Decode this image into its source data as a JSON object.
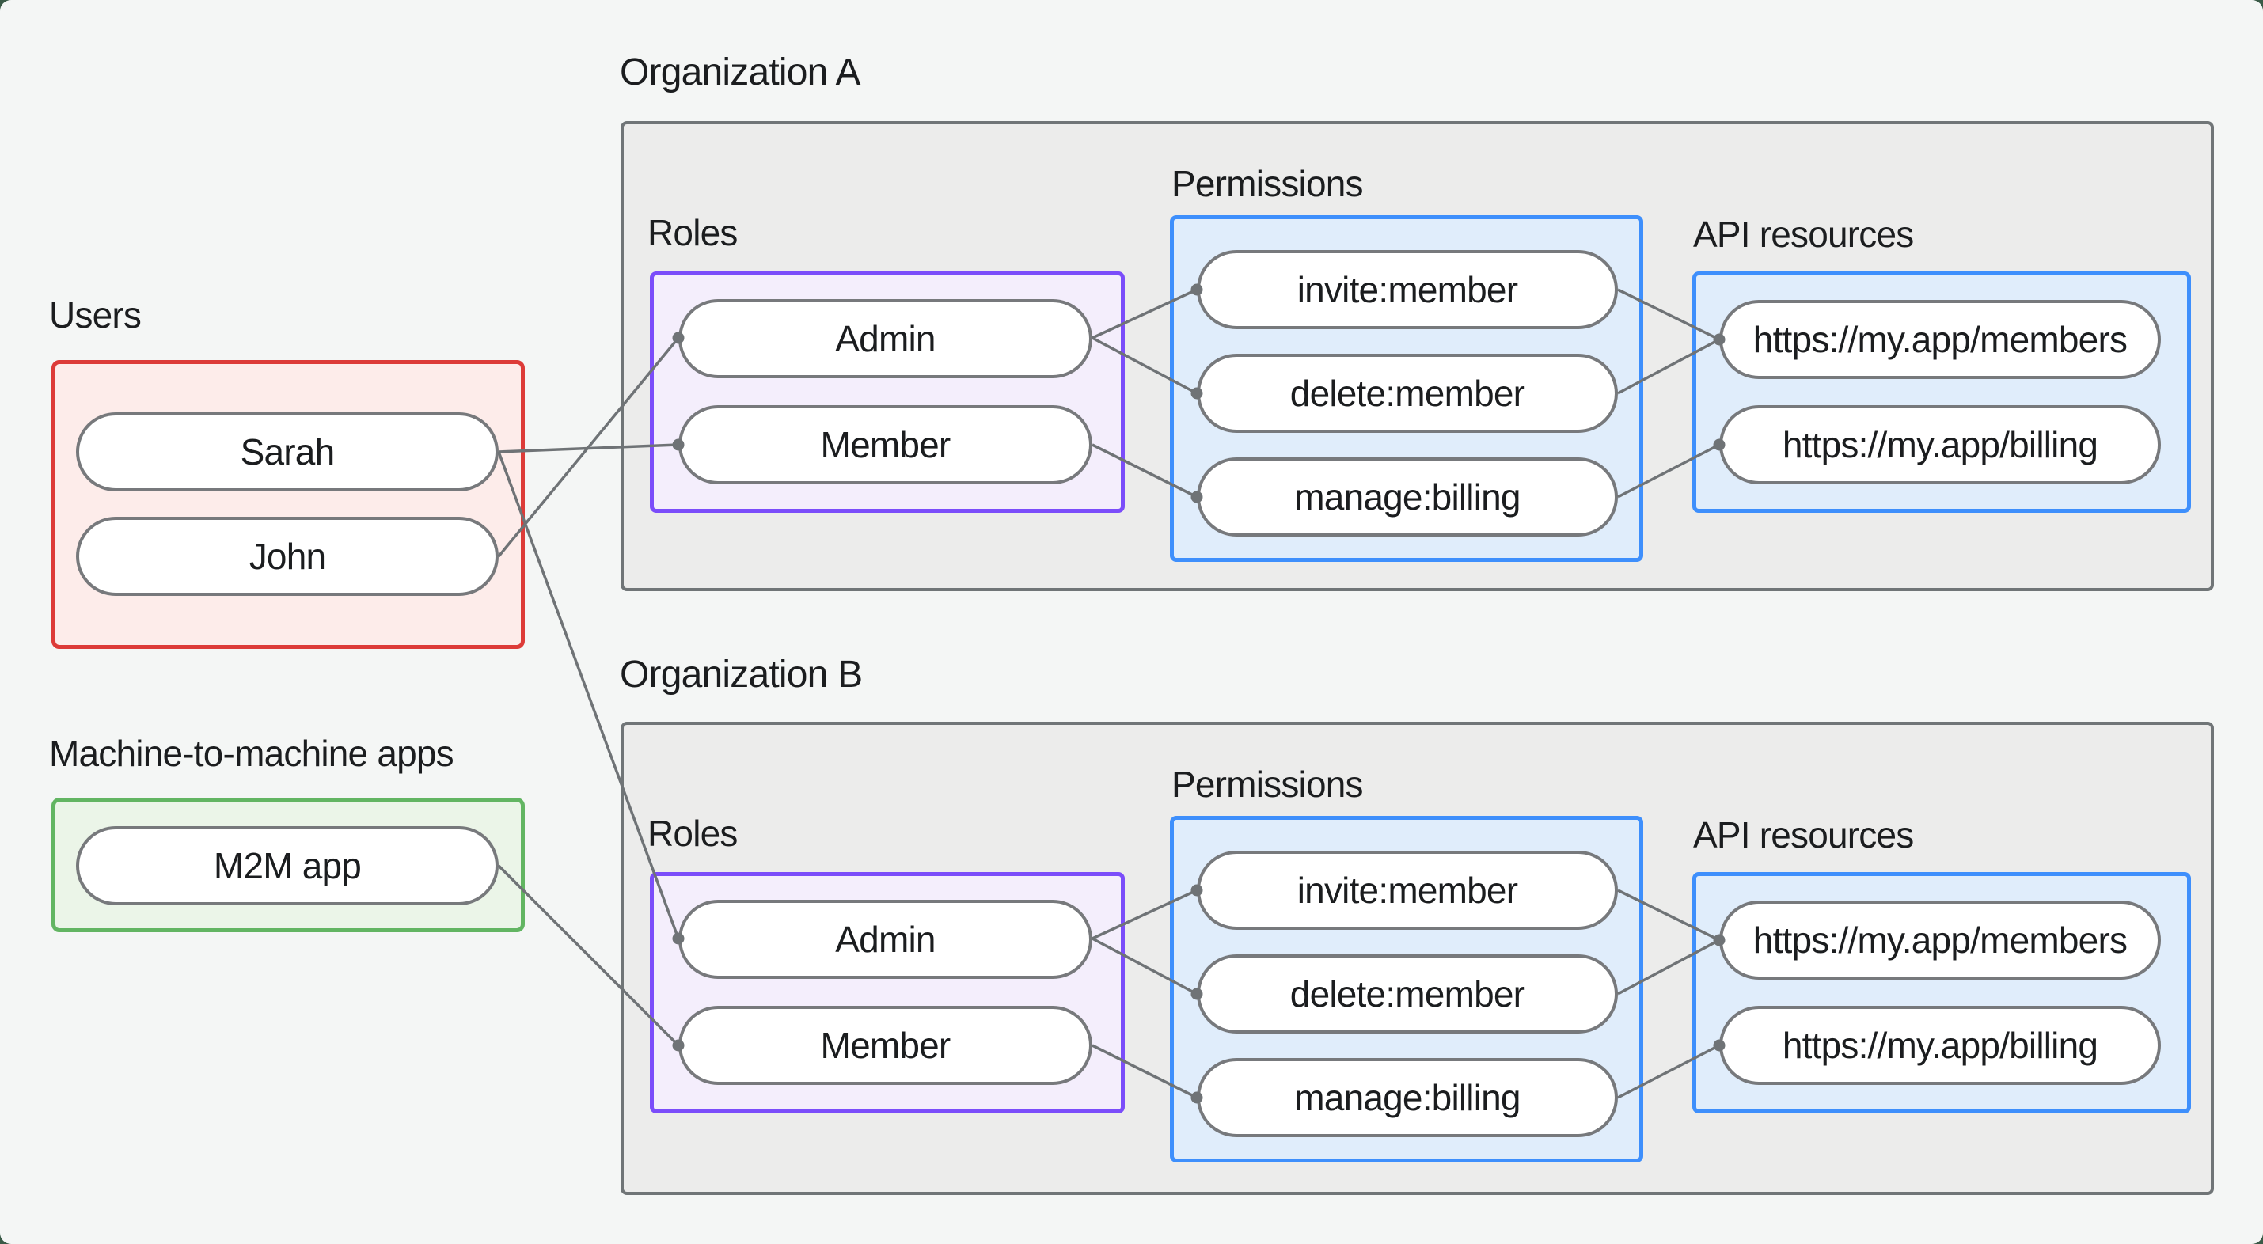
{
  "palette": {
    "users_border": "#dd3b38",
    "users_fill": "#fdecea",
    "m2m_border": "#62b562",
    "m2m_fill": "#ebf5e8",
    "roles_border": "#7b4dfa",
    "roles_fill": "#f4eefc",
    "blue_border": "#3e8ffc",
    "blue_fill": "#e0edfb",
    "org_border": "#707577",
    "org_fill": "#ececeb",
    "pill_border": "#77797c",
    "pill_fill": "#ffffff",
    "edge": "#6f7376",
    "text": "#1b1d1f",
    "page_bg": "#f4f6f5",
    "frame_bg": "#3a5a47"
  },
  "users_group": {
    "label": "Users",
    "items": [
      {
        "label": "Sarah"
      },
      {
        "label": "John"
      }
    ]
  },
  "m2m_group": {
    "label": "Machine-to-machine apps",
    "items": [
      {
        "label": "M2M app"
      }
    ]
  },
  "organizations": [
    {
      "title": "Organization A",
      "roles": {
        "label": "Roles",
        "items": [
          {
            "label": "Admin"
          },
          {
            "label": "Member"
          }
        ]
      },
      "permissions": {
        "label": "Permissions",
        "items": [
          {
            "label": "invite:member"
          },
          {
            "label": "delete:member"
          },
          {
            "label": "manage:billing"
          }
        ]
      },
      "api_resources": {
        "label": "API resources",
        "items": [
          {
            "label": "https://my.app/members"
          },
          {
            "label": "https://my.app/billing"
          }
        ]
      }
    },
    {
      "title": "Organization B",
      "roles": {
        "label": "Roles",
        "items": [
          {
            "label": "Admin"
          },
          {
            "label": "Member"
          }
        ]
      },
      "permissions": {
        "label": "Permissions",
        "items": [
          {
            "label": "invite:member"
          },
          {
            "label": "delete:member"
          },
          {
            "label": "manage:billing"
          }
        ]
      },
      "api_resources": {
        "label": "API resources",
        "items": [
          {
            "label": "https://my.app/members"
          },
          {
            "label": "https://my.app/billing"
          }
        ]
      }
    }
  ],
  "edges": [
    {
      "from": "Sarah",
      "to": "Organization A / Member"
    },
    {
      "from": "John",
      "to": "Organization A / Admin"
    },
    {
      "from": "Sarah",
      "to": "Organization B / Admin"
    },
    {
      "from": "M2M app",
      "to": "Organization B / Member"
    },
    {
      "from": "Organization A / Admin",
      "to": "Organization A / invite:member"
    },
    {
      "from": "Organization A / Admin",
      "to": "Organization A / delete:member"
    },
    {
      "from": "Organization A / Member",
      "to": "Organization A / manage:billing"
    },
    {
      "from": "Organization A / invite:member",
      "to": "Organization A / https://my.app/members"
    },
    {
      "from": "Organization A / delete:member",
      "to": "Organization A / https://my.app/members"
    },
    {
      "from": "Organization A / manage:billing",
      "to": "Organization A / https://my.app/billing"
    },
    {
      "from": "Organization B / Admin",
      "to": "Organization B / invite:member"
    },
    {
      "from": "Organization B / Admin",
      "to": "Organization B / delete:member"
    },
    {
      "from": "Organization B / Member",
      "to": "Organization B / manage:billing"
    },
    {
      "from": "Organization B / invite:member",
      "to": "Organization B / https://my.app/members"
    },
    {
      "from": "Organization B / delete:member",
      "to": "Organization B / https://my.app/members"
    },
    {
      "from": "Organization B / manage:billing",
      "to": "Organization B / https://my.app/billing"
    }
  ]
}
